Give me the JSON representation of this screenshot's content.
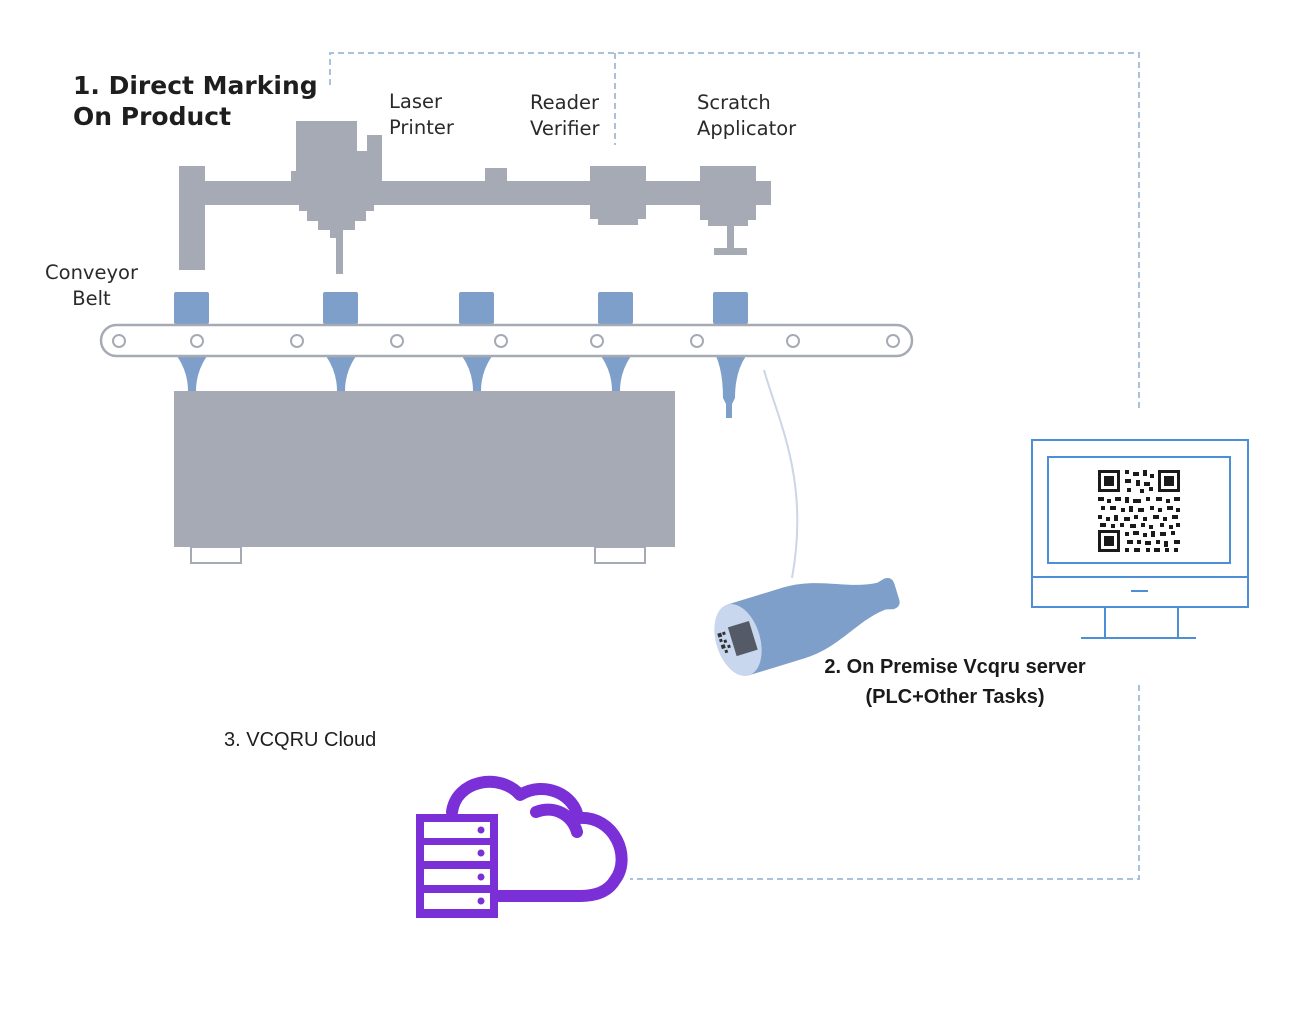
{
  "title": "1. Direct Marking\nOn Product",
  "stations": {
    "laser_printer": "Laser\nPrinter",
    "reader_verifier": "Reader\nVerifier",
    "scratch_applicator": "Scratch\nApplicator",
    "conveyor_belt": "Conveyor\nBelt"
  },
  "server_label": "2. On Premise Vcqru  server\n(PLC+Other Tasks)",
  "cloud_label": "3. VCQRU Cloud",
  "colors": {
    "machine_gray": "#a6aab4",
    "product_blue": "#7e9fca",
    "monitor_blue": "#4d8fd6",
    "dashed_line": "#a9c1da",
    "cloud_purple": "#7b2fd6"
  }
}
